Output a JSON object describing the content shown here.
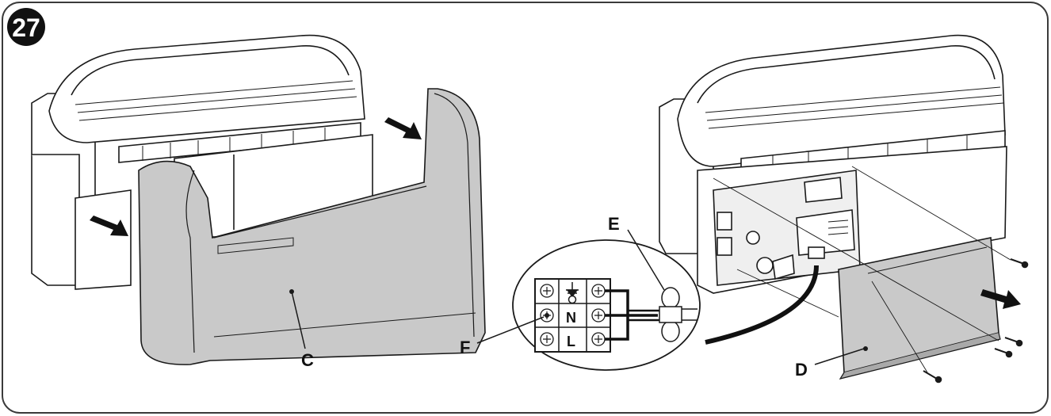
{
  "figure": {
    "number": "27"
  },
  "labels": {
    "C": "C",
    "D": "D",
    "E": "E",
    "F": "F"
  },
  "terminal_block": {
    "row_labels": [
      "N",
      "L"
    ]
  },
  "colors": {
    "panel_fill": "#c9c9c9",
    "line": "#1a1a1a",
    "badge": "#111111"
  }
}
